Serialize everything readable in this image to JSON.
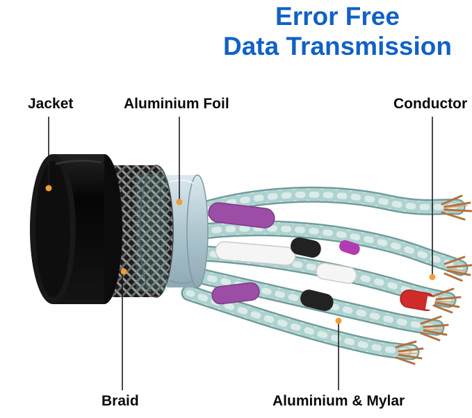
{
  "title": {
    "line1": "Error Free",
    "line2": "Data Transmission"
  },
  "callouts": {
    "jacket": "Jacket",
    "aluminium_foil": "Aluminium Foil",
    "conductor": "Conductor",
    "braid": "Braid",
    "aluminium_mylar": "Aluminium & Mylar"
  },
  "colors": {
    "title_blue": "#1161c6",
    "callout_dot_orange": "#f29d38",
    "leader_line": "#1b1b1b",
    "jacket_black": "#0d0d0d",
    "braid_gray": "#9b9b9b",
    "foil_steel": "#aec6cf",
    "pair_teal": "#d9ecea",
    "copper": "#b5703a",
    "insulation_purple": "#9c4da5",
    "insulation_red": "#cf2b2b",
    "insulation_white": "#f5f5f5",
    "insulation_black": "#222222"
  }
}
